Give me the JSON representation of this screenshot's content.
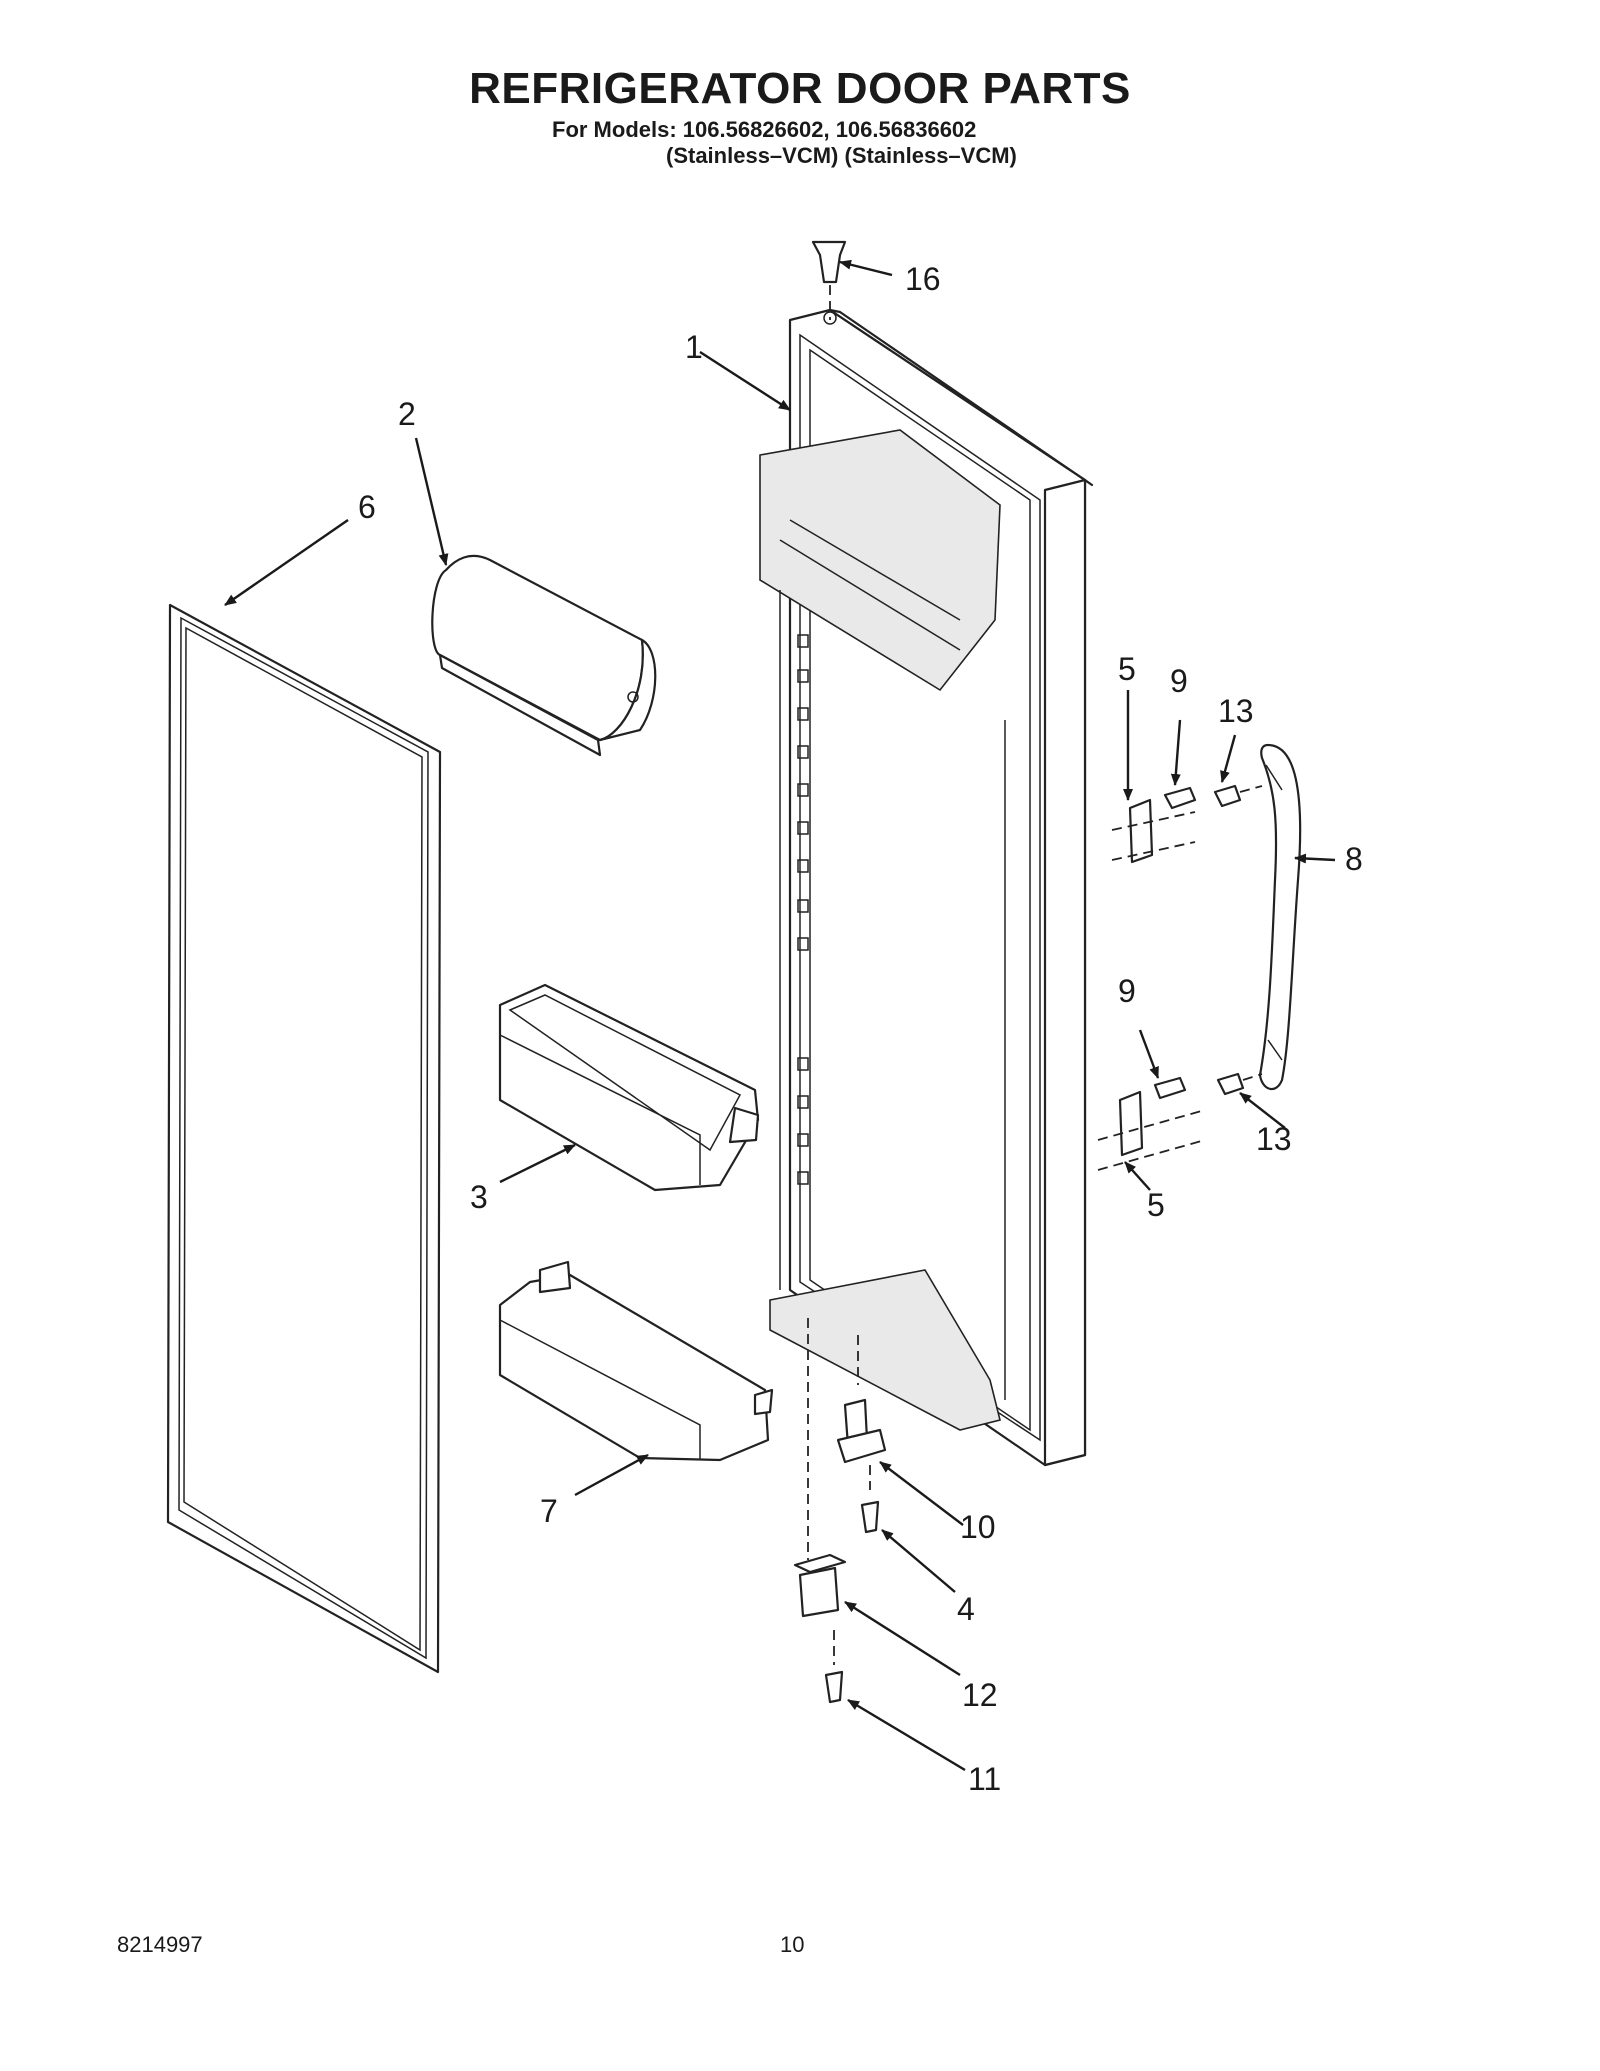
{
  "header": {
    "title": "REFRIGERATOR DOOR PARTS",
    "models_line": "For Models: 106.56826602, 106.56836602",
    "variants_line": "(Stainless–VCM) (Stainless–VCM)"
  },
  "callouts": {
    "c1": "1",
    "c2": "2",
    "c3": "3",
    "c4": "4",
    "c5a": "5",
    "c5b": "5",
    "c6": "6",
    "c7": "7",
    "c8": "8",
    "c9a": "9",
    "c9b": "9",
    "c10": "10",
    "c11": "11",
    "c12": "12",
    "c13a": "13",
    "c13b": "13",
    "c16": "16"
  },
  "footer": {
    "doc_number": "8214997",
    "page_number": "10"
  }
}
